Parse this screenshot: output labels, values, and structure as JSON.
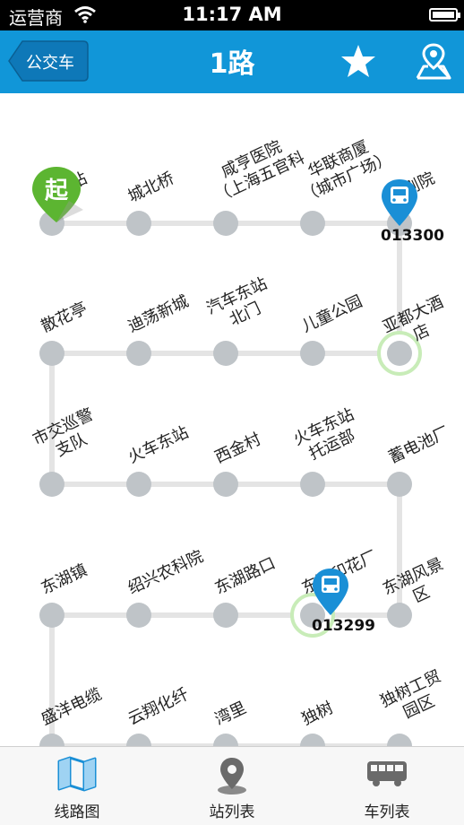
{
  "status_bar": {
    "carrier": "运营商",
    "time": "11:17 AM"
  },
  "nav": {
    "back_label": "公交车",
    "title": "1路"
  },
  "route": {
    "start_badge": "起",
    "stops": [
      {
        "label": "火车站"
      },
      {
        "label": "城北桥"
      },
      {
        "label": "咸亨医院\n（上海五官科"
      },
      {
        "label": "华联商厦\n（城市广场）"
      },
      {
        "label": "兴剧院"
      },
      {
        "label": "亚都大酒店"
      },
      {
        "label": "儿童公园"
      },
      {
        "label": "汽车东站\n北门"
      },
      {
        "label": "迪荡新城"
      },
      {
        "label": "散花亭"
      },
      {
        "label": "市交巡警\n支队"
      },
      {
        "label": "火车东站"
      },
      {
        "label": "西金村"
      },
      {
        "label": "火车东站\n托运部"
      },
      {
        "label": "蓄电池厂"
      },
      {
        "label": "东湖风景区"
      },
      {
        "label": "东湖印花厂"
      },
      {
        "label": "东湖路口"
      },
      {
        "label": "绍兴农科院"
      },
      {
        "label": "东湖镇"
      },
      {
        "label": "盛洋电缆"
      },
      {
        "label": "云翔化纤"
      },
      {
        "label": "湾里"
      },
      {
        "label": "独树"
      },
      {
        "label": "独树工贸\n园区"
      }
    ],
    "buses": [
      {
        "id": "013300"
      },
      {
        "id": "013299"
      }
    ]
  },
  "tabs": [
    {
      "label": "线路图",
      "icon": "map-icon",
      "active": true
    },
    {
      "label": "站列表",
      "icon": "location-pin-icon"
    },
    {
      "label": "车列表",
      "icon": "bus-icon"
    }
  ],
  "colors": {
    "nav": "#1196d8",
    "accent": "#1a8fd6",
    "stop": "#bfc4c8",
    "line": "#e4e4e4",
    "start": "#5cb531",
    "highlight": "#c8ecb8"
  }
}
